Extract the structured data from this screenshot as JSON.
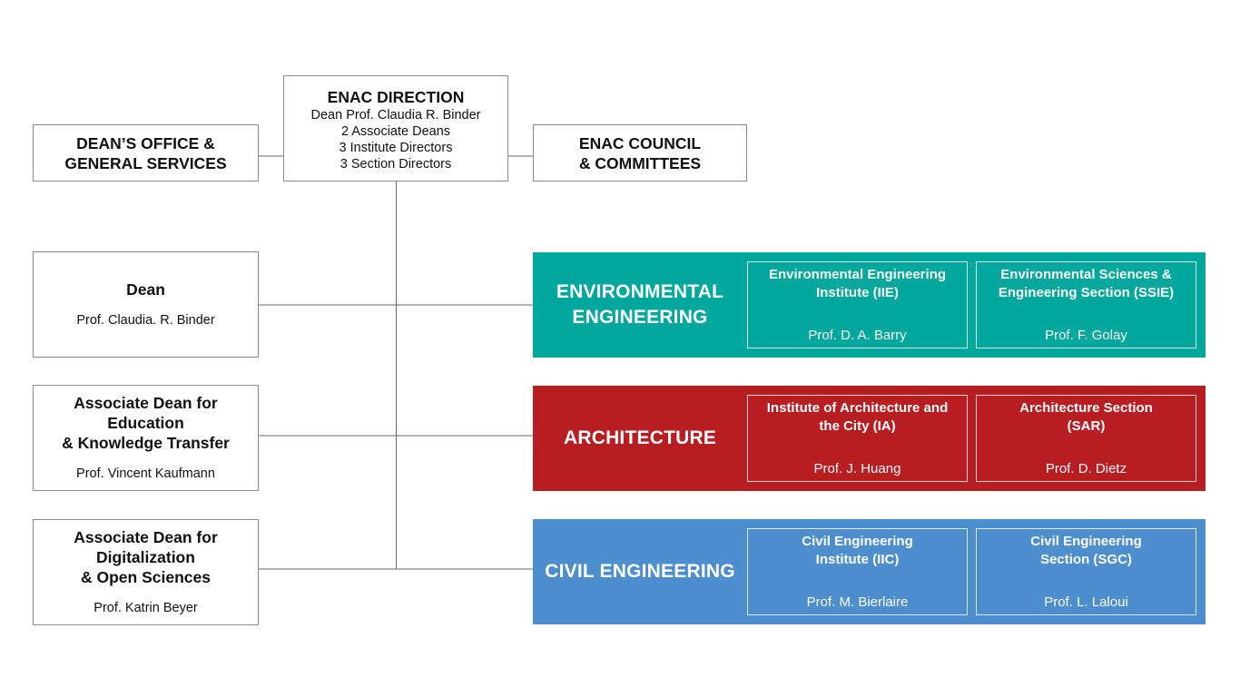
{
  "colors": {
    "environmental": "#00a79d",
    "architecture": "#b81d22",
    "civil": "#4d8ecf",
    "line": "#666666",
    "border": "#8a8a8a"
  },
  "direction": {
    "title": "ENAC DIRECTION",
    "lines": [
      "Dean Prof. Claudia R. Binder",
      "2 Associate Deans",
      "3 Institute Directors",
      "3 Section Directors"
    ]
  },
  "deans_office": {
    "lines": [
      "DEAN’S OFFICE &",
      "GENERAL SERVICES"
    ]
  },
  "council": {
    "lines": [
      "ENAC COUNCIL",
      "& COMMITTEES"
    ]
  },
  "dean": {
    "title": "Dean",
    "person": "Prof. Claudia. R. Binder"
  },
  "assoc_education": {
    "title_lines": [
      "Associate Dean for",
      "Education",
      "& Knowledge Transfer"
    ],
    "person": "Prof. Vincent Kaufmann"
  },
  "assoc_digitalization": {
    "title_lines": [
      "Associate Dean for",
      "Digitalization",
      "& Open Sciences"
    ],
    "person": "Prof. Katrin Beyer"
  },
  "sections": {
    "environmental": {
      "label_lines": [
        "ENVIRONMENTAL",
        "ENGINEERING"
      ],
      "units": [
        {
          "name_lines": [
            "Environmental Engineering",
            "Institute (IIE)"
          ],
          "head": "Prof. D. A. Barry"
        },
        {
          "name_lines": [
            "Environmental Sciences &",
            "Engineering Section (SSIE)"
          ],
          "head": "Prof. F. Golay"
        }
      ]
    },
    "architecture": {
      "label_lines": [
        "ARCHITECTURE"
      ],
      "units": [
        {
          "name_lines": [
            "Institute of Architecture and",
            "the City (IA)"
          ],
          "head": "Prof. J. Huang"
        },
        {
          "name_lines": [
            "Architecture Section",
            "(SAR)"
          ],
          "head": "Prof. D. Dietz"
        }
      ]
    },
    "civil": {
      "label_lines": [
        "CIVIL ENGINEERING"
      ],
      "units": [
        {
          "name_lines": [
            "Civil Engineering",
            "Institute (IIC)"
          ],
          "head": "Prof. M. Bierlaire"
        },
        {
          "name_lines": [
            "Civil Engineering",
            "Section (SGC)"
          ],
          "head": "Prof. L. Laloui"
        }
      ]
    }
  }
}
